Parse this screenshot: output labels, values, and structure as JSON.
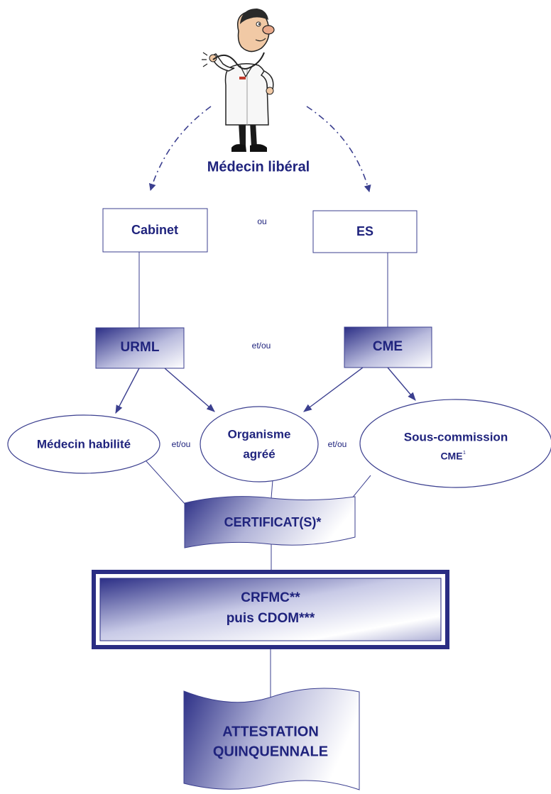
{
  "colors": {
    "ink": "#1f237d",
    "line": "#3b3f8f",
    "gradient_dark": "#2c2f86",
    "gradient_light": "#ffffff",
    "frame": "#2a2d83"
  },
  "doctor": {
    "icon": "doctor-with-stethoscope-icon",
    "label": "Médecin libéral"
  },
  "top_boxes": {
    "left": "Cabinet",
    "connector": "ou",
    "right": "ES"
  },
  "mid_boxes": {
    "left": "URML",
    "connector": "et/ou",
    "right": "CME"
  },
  "ellipses": {
    "left": "Médecin habilité",
    "connector_left": "et/ou",
    "center_line1": "Organisme",
    "center_line2": "agréé",
    "connector_right": "et/ou",
    "right_line1": "Sous-commission",
    "right_line2": "CME",
    "right_note_marker": "1"
  },
  "certificat": {
    "label": "CERTIFICAT(S)*"
  },
  "crfmc": {
    "line1": "CRFMC**",
    "line2": "puis CDOM***"
  },
  "attestation": {
    "line1": "ATTESTATION",
    "line2": "QUINQUENNALE"
  }
}
